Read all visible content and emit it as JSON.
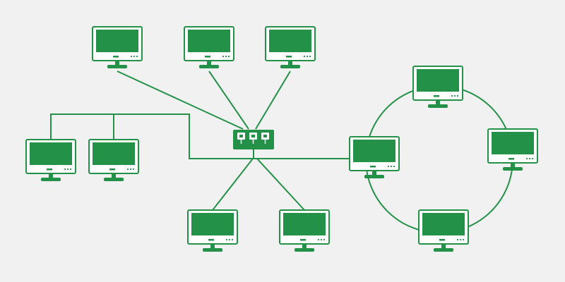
{
  "diagram": {
    "background": "#f1f1f1",
    "accent": "#239148",
    "outline": "#239148",
    "switch_icon": "network-switch-icon",
    "computer_icon": "computer-monitor-icon",
    "star_computers": 6,
    "bus_computers": 2,
    "ring_computers": 4
  }
}
